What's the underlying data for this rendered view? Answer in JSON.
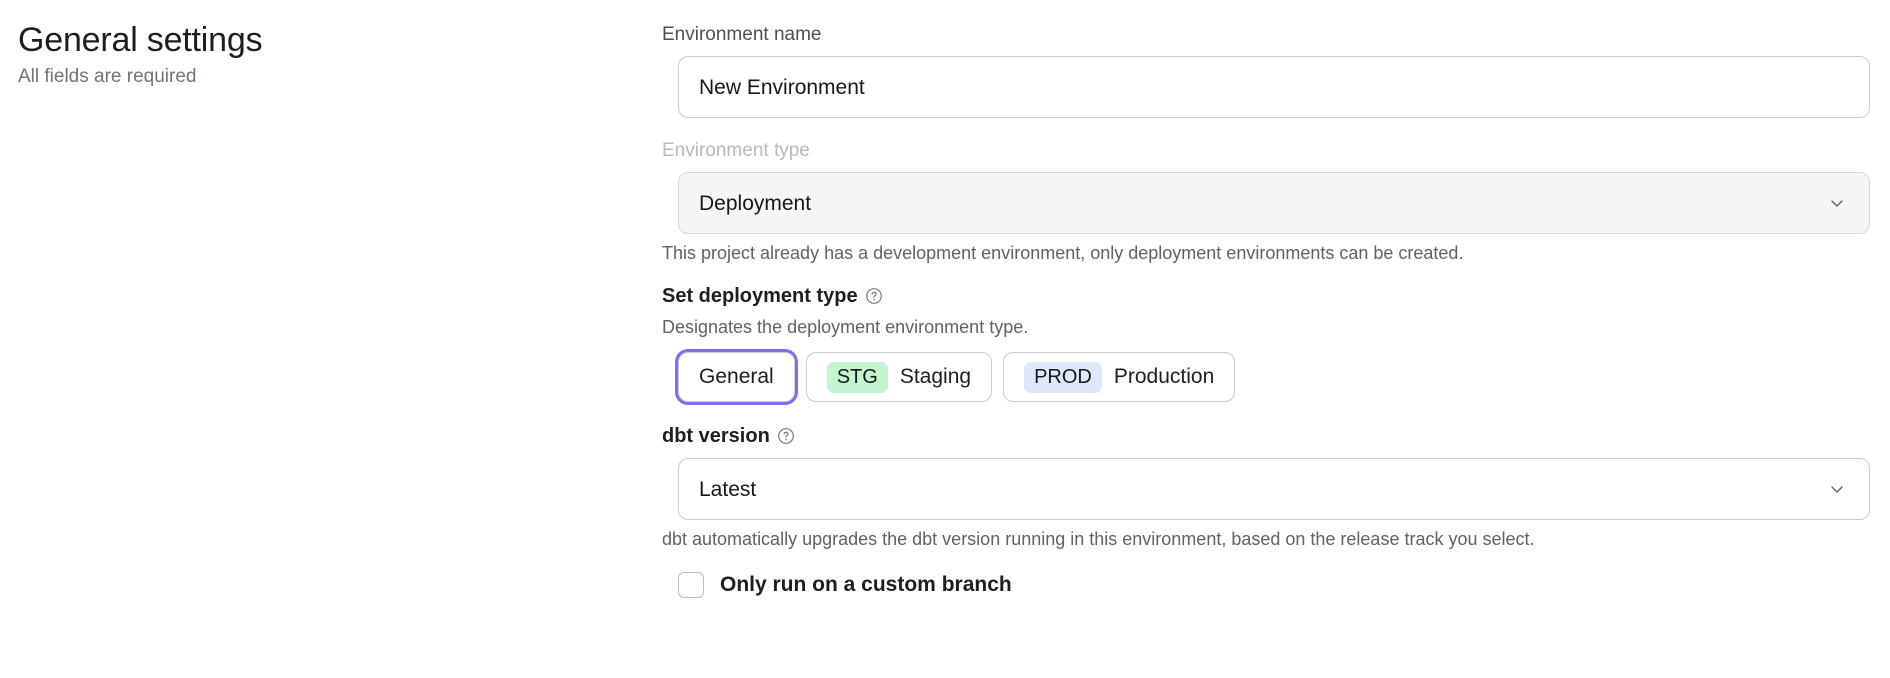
{
  "header": {
    "title": "General settings",
    "subtitle": "All fields are required"
  },
  "form": {
    "environment_name": {
      "label": "Environment name",
      "value": "New Environment",
      "placeholder": "New Environment"
    },
    "environment_type": {
      "label": "Environment type",
      "value": "Deployment",
      "disabled": true,
      "chevron_icon": "chevron-down-icon",
      "helper": "This project already has a development environment, only deployment environments can be created."
    },
    "deployment_type": {
      "label": "Set deployment type",
      "help_icon": "question-circle-icon",
      "helper": "Designates the deployment environment type.",
      "options": [
        {
          "label": "General",
          "badge": null,
          "badge_color": null,
          "selected": true
        },
        {
          "label": "Staging",
          "badge": "STG",
          "badge_color": "#c3f5cf",
          "selected": false
        },
        {
          "label": "Production",
          "badge": "PROD",
          "badge_color": "#dce9fb",
          "selected": false
        }
      ]
    },
    "dbt_version": {
      "label": "dbt version",
      "help_icon": "question-circle-icon",
      "value": "Latest",
      "chevron_icon": "chevron-down-icon",
      "helper": "dbt automatically upgrades the dbt version running in this environment, based on the release track you select."
    },
    "custom_branch": {
      "label": "Only run on a custom branch",
      "checked": false
    }
  },
  "colors": {
    "focus_ring": "#7f6ef0",
    "staging_badge": "#c3f5cf",
    "production_badge": "#dce9fb",
    "border": "#c9ccd0",
    "disabled_bg": "#f4f5f6"
  }
}
